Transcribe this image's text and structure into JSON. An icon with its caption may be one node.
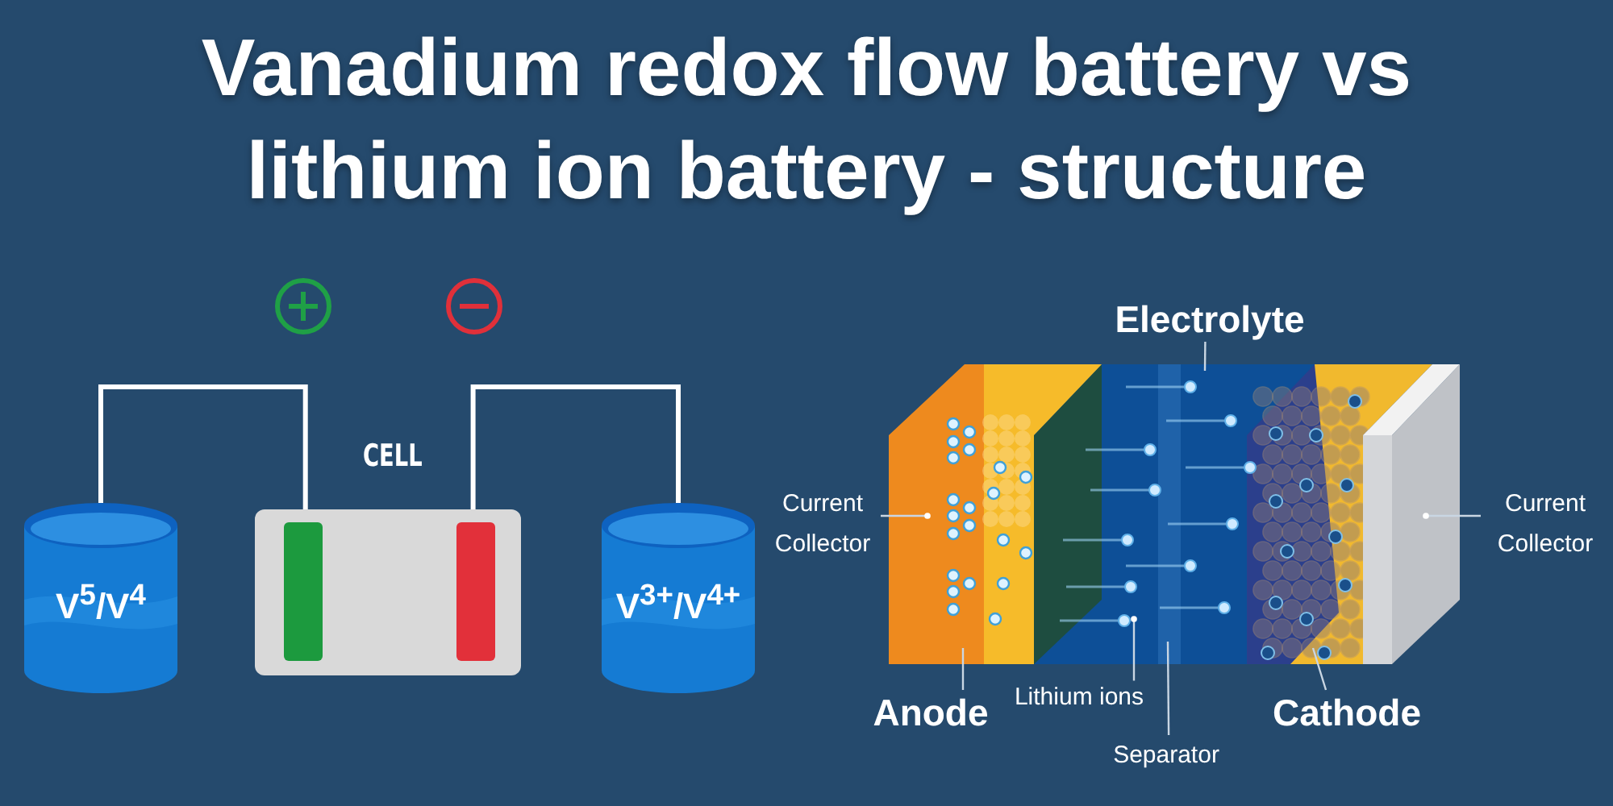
{
  "diagram": {
    "title": "Vanadium redox flow battery vs lithium ion battery - structure",
    "nodes": [
      {
        "text": [
          "V$^{5}$/V$^{4}$"
        ]
      },
      {
        "text": [
          "CELL"
        ]
      },
      {
        "text": [
          "V$^{3+}$/V$^{4+}$"
        ]
      },
      {
        "text": [
          "Electrolyte"
        ]
      },
      {
        "text": [
          "Current Collector"
        ]
      },
      {
        "text": [
          "Current Collector"
        ]
      },
      {
        "text": [
          "Anode"
        ]
      },
      {
        "text": [
          "Lithium ions"
        ]
      },
      {
        "text": [
          "Cathode"
        ]
      },
      {
        "text": [
          "Separator"
        ]
      }
    ],
    "edges": [
      {
        "from": 0,
        "to": 1,
        "arrow": "none",
        "style": "thick"
      },
      {
        "from": 1,
        "to": 2,
        "arrow": "none",
        "style": "thick"
      },
      {
        "from": 3,
        "to": null,
        "arrow": "none"
      },
      {
        "from": 4,
        "to": null,
        "arrow": "other"
      },
      {
        "from": 5,
        "to": null,
        "arrow": "other"
      },
      {
        "from": 6,
        "to": null,
        "arrow": "none"
      },
      {
        "from": 7,
        "to": null,
        "arrow": "other"
      },
      {
        "from": 8,
        "to": null,
        "arrow": "none"
      },
      {
        "from": 9,
        "to": null,
        "arrow": "none"
      }
    ]
  }
}
